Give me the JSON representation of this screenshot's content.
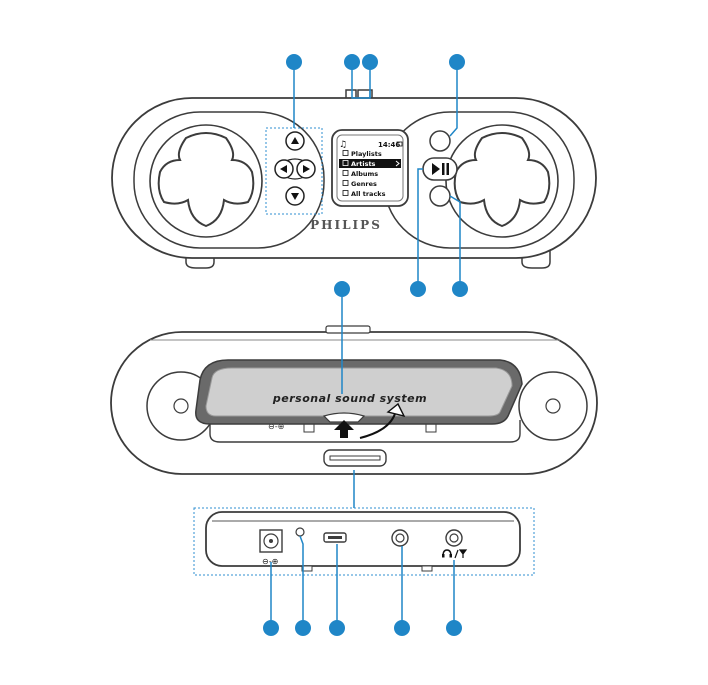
{
  "colors": {
    "callout": "#1f86c7",
    "outline": "#3c3c3c",
    "dotted_frame": "#2f8fd0"
  },
  "screen": {
    "clock": "14:46",
    "menu_items": [
      "Playlists",
      "Artists",
      "Albums",
      "Genres",
      "All tracks"
    ],
    "selected_index": 1
  },
  "front": {
    "brand": "PHILIPS"
  },
  "middle": {
    "lid_text": "personal sound system"
  },
  "icons": {
    "up": "up-arrow-icon",
    "down": "down-arrow-icon",
    "left": "left-arrow-icon",
    "right": "right-arrow-icon",
    "play_pause": "play-pause-icon",
    "headphone_antenna": "headphone-antenna-icon",
    "dc_power": "dc-power-icon"
  }
}
